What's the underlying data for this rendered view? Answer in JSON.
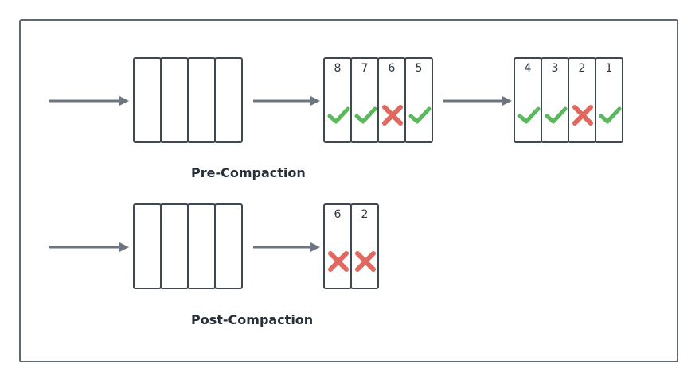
{
  "pre": {
    "caption": "Pre-Compaction",
    "queue_slots": 4,
    "group_a": [
      {
        "num": "8",
        "status": "ok"
      },
      {
        "num": "7",
        "status": "ok"
      },
      {
        "num": "6",
        "status": "fail"
      },
      {
        "num": "5",
        "status": "ok"
      }
    ],
    "group_b": [
      {
        "num": "4",
        "status": "ok"
      },
      {
        "num": "3",
        "status": "ok"
      },
      {
        "num": "2",
        "status": "fail"
      },
      {
        "num": "1",
        "status": "ok"
      }
    ]
  },
  "post": {
    "caption": "Post-Compaction",
    "queue_slots": 4,
    "group_a": [
      {
        "num": "6",
        "status": "fail"
      },
      {
        "num": "2",
        "status": "fail"
      }
    ]
  },
  "colors": {
    "ok": "#5cb85c",
    "fail": "#e0685e",
    "arrow": "#6c7680",
    "border": "#3f4750"
  },
  "icons": {
    "ok": "check-icon",
    "fail": "cross-icon"
  }
}
